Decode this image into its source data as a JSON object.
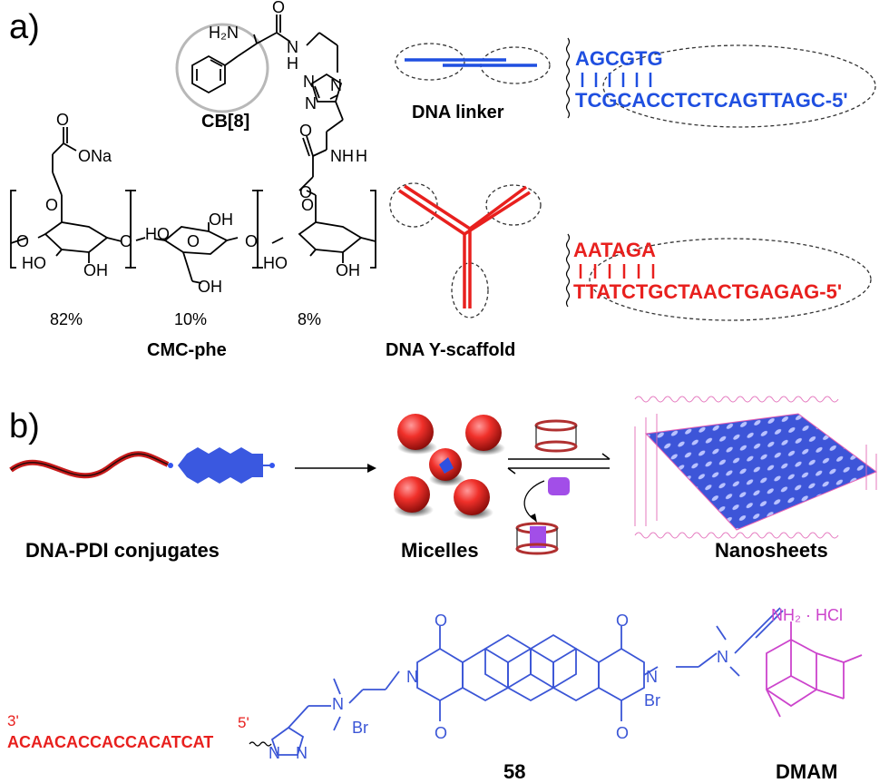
{
  "panel_a": {
    "label": "a)",
    "cb8_label": "CB[8]",
    "cmc": {
      "name": "CMC-phe",
      "percents": [
        "82%",
        "10%",
        "8%"
      ],
      "atoms": {
        "ona": "ONa",
        "o": "O",
        "h2n": "H₂N",
        "nh": "N",
        "h": "H",
        "oh": "OH",
        "ho": "HO",
        "n": "N",
        "nh2": "NH"
      }
    },
    "dna_linker": {
      "name": "DNA linker",
      "top": "AGCGTG",
      "bottom": "TCGCACCTCTCAGTTAGC-5'",
      "color": "#1f4fe0"
    },
    "dna_scaffold": {
      "name": "DNA Y-scaffold",
      "top": "AATAGA",
      "bottom": "TTATCTGCTAACTGAGAG-5'",
      "color": "#e8201e"
    }
  },
  "panel_b": {
    "label": "b)",
    "conjugate_label": "DNA-PDI conjugates",
    "micelles_label": "Micelles",
    "nanosheets_label": "Nanosheets",
    "compound_number": "58",
    "dmam_label": "DMAM",
    "dmam_formula": "NH₂ · HCl",
    "sequence": "ACAACACCACCACATCAT",
    "end3": "3'",
    "end5": "5'",
    "br": "Br",
    "pdi_color": "#3a55d6",
    "dmam_color": "#cc44cc"
  }
}
